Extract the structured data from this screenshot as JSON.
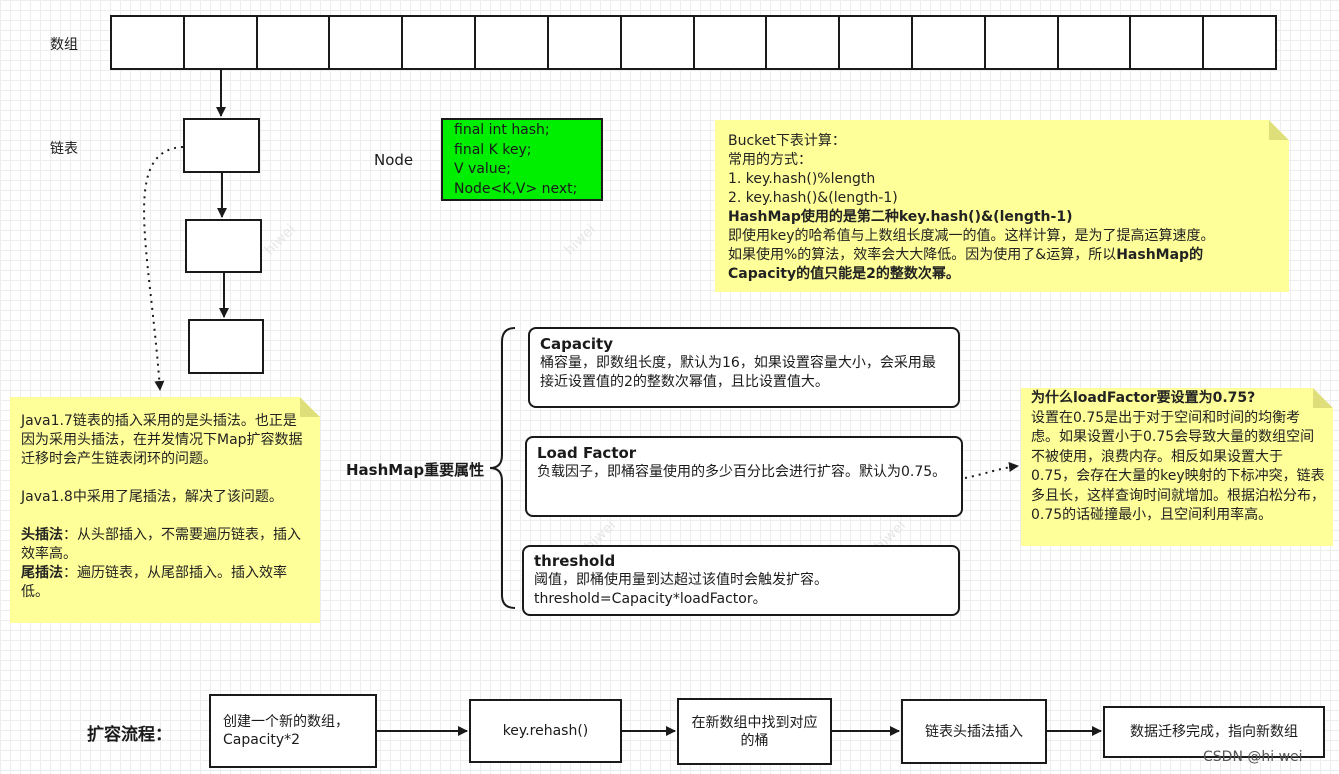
{
  "labels": {
    "array": "数组",
    "list": "链表",
    "node": "Node",
    "hashmap_props": "HashMap重要属性",
    "resize_flow": "扩容流程："
  },
  "array_slots": 16,
  "node_fields": [
    "final int hash;",
    "final K key;",
    "V value;",
    "Node<K,V> next;"
  ],
  "bucket_note": {
    "title": "Bucket下表计算：",
    "l1": "常用的方式：",
    "l2": "1. key.hash()%length",
    "l3": "2. key.hash()&(length-1)",
    "bold1": "HashMap使用的是第二种key.hash()&(length-1)",
    "l4": "即使用key的哈希值与上数组长度减一的值。这样计算，是为了提高运算速度。",
    "l5a": "如果使用%的算法，效率会大大降低。因为使用了&运算，所以",
    "l5b": "HashMap的",
    "bold2": "Capacity的值只能是2的整数次幂。"
  },
  "java_note": {
    "p1": "Java1.7链表的插入采用的是头插法。也正是因为采用头插法，在并发情况下Map扩容数据迁移时会产生链表闭环的问题。",
    "p2": "Java1.8中采用了尾插法，解决了该问题。",
    "head_title": "头插法",
    "head_text": "：从头部插入，不需要遍历链表，插入效率高。",
    "tail_title": "尾插法",
    "tail_text": "：遍历链表，从尾部插入。插入效率低。"
  },
  "properties": [
    {
      "title": "Capacity",
      "text": "桶容量，即数组长度，默认为16，如果设置容量大小，会采用最接近设置值的2的整数次幂值，且比设置值大。"
    },
    {
      "title": "Load Factor",
      "text": "负载因子，即桶容量使用的多少百分比会进行扩容。默认为0.75。"
    },
    {
      "title": "threshold",
      "text": "阈值，即桶使用量到达超过该值时会触发扩容。\nthreshold=Capacity*loadFactor。"
    }
  ],
  "load_factor_note": {
    "title": "为什么loadFactor要设置为0.75?",
    "text": "设置在0.75是出于对于空间和时间的均衡考虑。如果设置小于0.75会导致大量的数组空间不被使用，浪费内存。相反如果设置大于0.75，会存在大量的key映射的下标冲突，链表多且长，这样查询时间就增加。根据泊松分布，0.75的话碰撞最小，且空间利用率高。"
  },
  "flow_steps": [
    "创建一个新的数组，\nCapacity*2",
    "key.rehash()",
    "在新数组中找到对应的桶",
    "链表头插法插入",
    "数据迁移完成，指向新数组"
  ],
  "watermark_text": "hiwei",
  "footer": "CSDN @hi wei",
  "colors": {
    "node_fill": "#00ee00",
    "note_fill": "#ffff99",
    "line": "#1a1a1a"
  }
}
